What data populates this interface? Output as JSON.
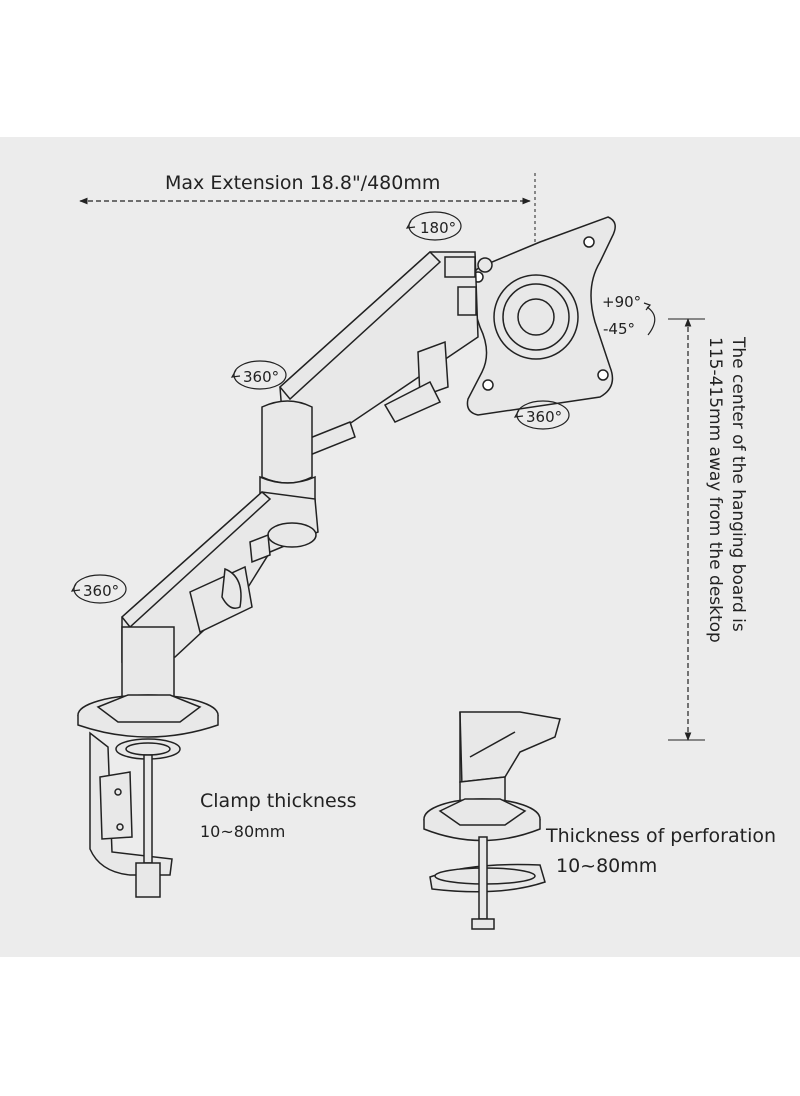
{
  "colors": {
    "background": "#ececec",
    "line": "#222222",
    "fill": "#e8e8e8"
  },
  "labels": {
    "max_extension": "Max Extension 18.8\"/480mm",
    "rot_180": "180°",
    "rot_360_arm": "360°",
    "rot_360_plate": "360°",
    "rot_360_base": "360°",
    "tilt_up": "+90°",
    "tilt_down": "-45°",
    "height_line1": "The center of the hanging board is",
    "height_line2": "115-415mm away from the desktop",
    "clamp_title": "Clamp thickness",
    "clamp_range": "10~80mm",
    "perforation_title": "Thickness of perforation",
    "perforation_range": "10~80mm"
  }
}
